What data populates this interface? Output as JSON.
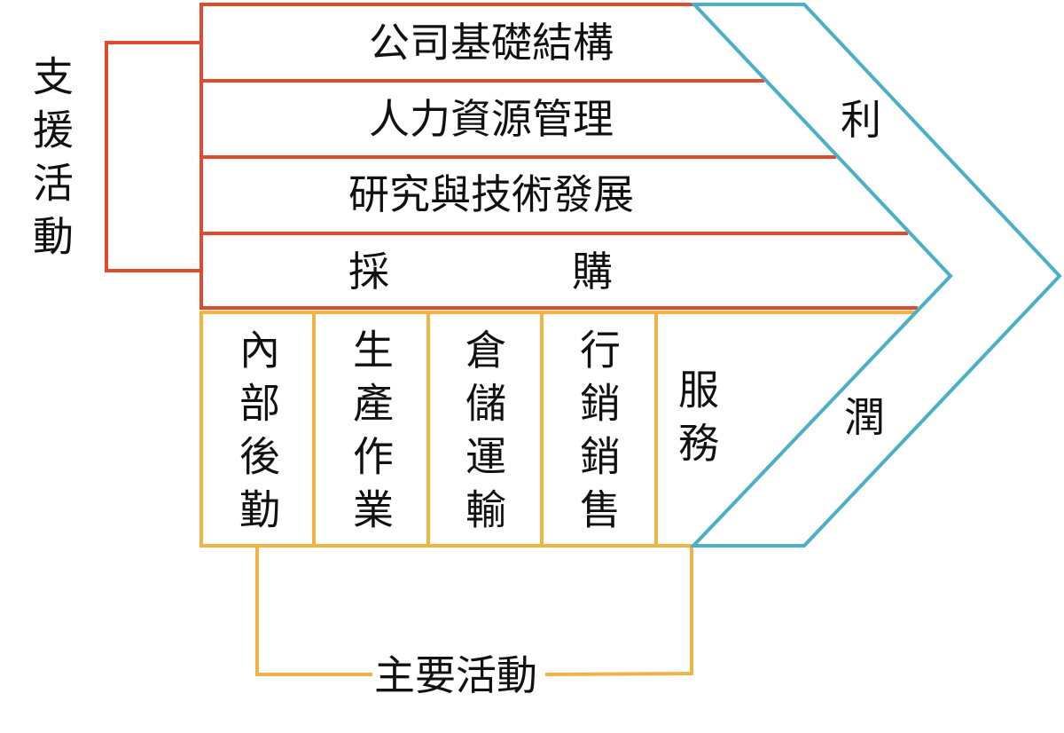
{
  "title": "Porter Value Chain",
  "colors": {
    "support": "#E24A2E",
    "primary": "#F0B445",
    "margin": "#4BAFC5",
    "text": "#111111",
    "background": "#FFFFFF"
  },
  "support_activities": {
    "group_label": "支援活動",
    "rows": [
      {
        "label": "公司基礎結構"
      },
      {
        "label": "人力資源管理"
      },
      {
        "label": "研究與技術發展"
      },
      {
        "label_left": "採",
        "label_right": "購"
      }
    ]
  },
  "primary_activities": {
    "group_label": "主要活動",
    "columns": [
      {
        "label": "內部後勤"
      },
      {
        "label": "生產作業"
      },
      {
        "label": "倉儲運輸"
      },
      {
        "label": "行銷銷售"
      },
      {
        "label": "服務"
      }
    ]
  },
  "margin": {
    "top_char": "利",
    "bottom_char": "潤"
  }
}
